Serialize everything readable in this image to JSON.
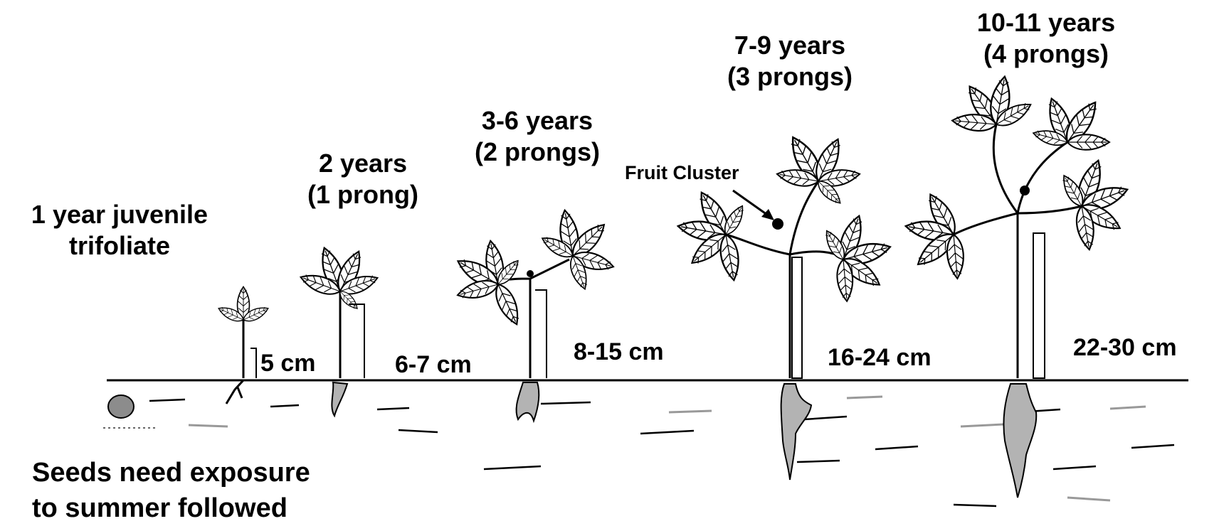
{
  "stages": [
    {
      "age": "1 year juvenile",
      "detail": "trifoliate",
      "height": "5 cm"
    },
    {
      "age": "2 years",
      "detail": "(1 prong)",
      "height": "6-7 cm"
    },
    {
      "age": "3-6 years",
      "detail": "(2 prongs)",
      "height": "8-15 cm"
    },
    {
      "age": "7-9 years",
      "detail": "(3 prongs)",
      "height": "16-24 cm"
    },
    {
      "age": "10-11 years",
      "detail": "(4 prongs)",
      "height": "22-30 cm"
    }
  ],
  "fruit_label": "Fruit Cluster",
  "seed_note": [
    "Seeds need exposure",
    "to summer followed"
  ],
  "colors": {
    "root_fill": "#b3b3b3",
    "seed_fill": "#8c8c8c",
    "line": "#000000"
  }
}
